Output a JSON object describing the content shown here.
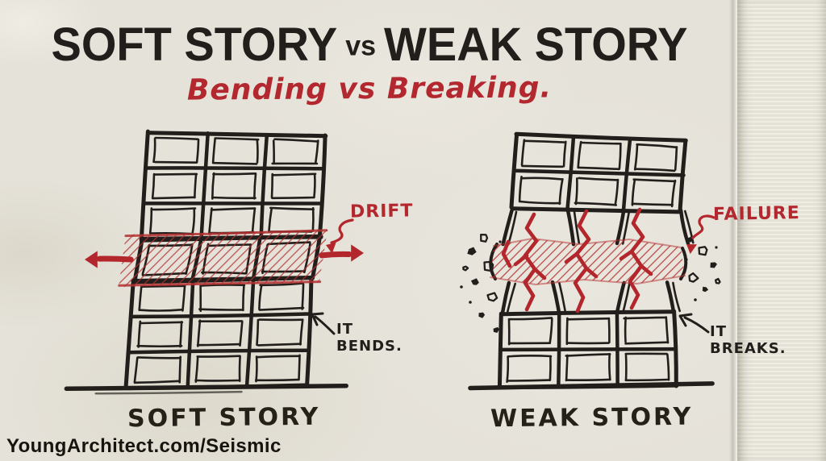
{
  "title": {
    "left": "SOFT STORY",
    "vs": "vs",
    "right": "WEAK STORY"
  },
  "subtitle": "Bending vs Breaking.",
  "left_panel": {
    "callout": "DRIFT",
    "note_lines": [
      "IT",
      "BENDS."
    ],
    "caption": "SOFT STORY"
  },
  "right_panel": {
    "callout": "FAILURE",
    "note_lines": [
      "IT",
      "BREAKS."
    ],
    "caption": "WEAK STORY"
  },
  "watermark": "YoungArchitect.com/Seismic",
  "colors": {
    "ink": "#221e1b",
    "red": "#b2262c",
    "hatch_red": "#b43030",
    "paper": "#e5e2d9"
  },
  "icons": {
    "drift_pointer": "curved-ink-arrow",
    "failure_pointer": "squiggle-ink-arrow",
    "bends_pointer": "curved-open-arrow",
    "breaks_pointer": "curved-open-arrow",
    "shear_left": "solid-left-arrow",
    "shear_right": "solid-right-arrow"
  }
}
